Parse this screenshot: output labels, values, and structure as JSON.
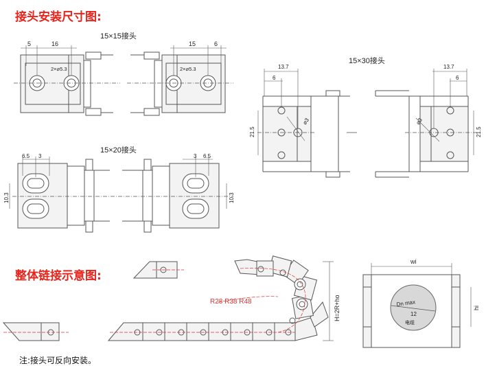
{
  "headings": {
    "install": "接头安装尺寸图:",
    "overall": "整体链接示意图:"
  },
  "views": {
    "v15x15": "15×15接头",
    "v15x30": "15×30接头",
    "v15x20": "15×20接头"
  },
  "dims": {
    "d5": "5",
    "d16": "16",
    "d15": "15",
    "d6a": "6",
    "hole15": "2×⌀5.3",
    "hole15b": "2×⌀5.3",
    "d13_7a": "13.7",
    "d6b": "6",
    "d21_5a": "21.5",
    "phi3a": "⌀3",
    "d13_7b": "13.7",
    "d6c": "6",
    "d21_5b": "21.5",
    "phi3b": "⌀3",
    "d6_5a": "6.5",
    "d3a": "3",
    "d3b": "3",
    "d6_5b": "6.5",
    "d10_3a": "10.3",
    "d10_3b": "10.3"
  },
  "chain": {
    "radii": "R28  R38  R48",
    "height": "H=2R+ho",
    "wi": "wi",
    "hi": "hi",
    "dn_max": "Dn max",
    "dn_val": "12",
    "cable": "电缆"
  },
  "note": "注:接头可反向安装。"
}
